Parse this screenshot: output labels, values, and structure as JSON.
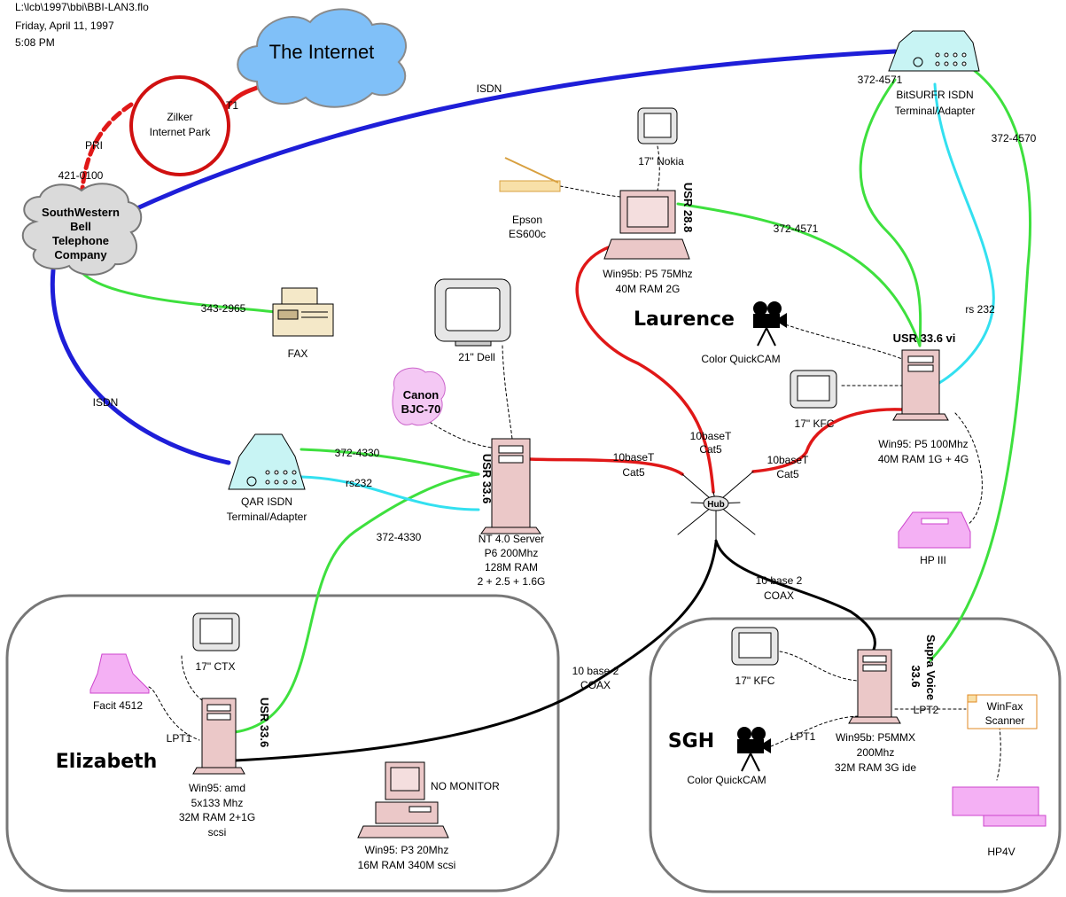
{
  "header": {
    "path": "L:\\lcb\\1997\\bbi\\BBI-LAN3.flo",
    "date": "Friday, April 11, 1997",
    "time": "5:08 PM"
  },
  "colors": {
    "isdn": "#1e1ed8",
    "phone": "#3ee03e",
    "serial": "#33e0f0",
    "ethernet": "#e01818",
    "coax": "#000000",
    "t1": "#e01818"
  },
  "nodes": {
    "internet": "The Internet",
    "zilker": [
      "Zilker",
      "Internet Park"
    ],
    "swb": [
      "SouthWestern",
      "Bell",
      "Telephone",
      "Company"
    ],
    "fax": "FAX",
    "qar": [
      "QAR ISDN",
      "Terminal/Adapter"
    ],
    "canon": [
      "Canon",
      "BJC-70"
    ],
    "dell": "21\" Dell",
    "server": [
      "NT 4.0 Server",
      "P6 200Mhz",
      "128M RAM",
      "2 + 2.5 + 1.6G"
    ],
    "server_modem": "USR 33.6",
    "epson": [
      "Epson",
      "ES600c"
    ],
    "nokia": "17\" Nokia",
    "laurence_pc": [
      "Win95b: P5 75Mhz",
      "40M RAM 2G"
    ],
    "laurence_modem": "USR 28.8",
    "laurence_name": "Laurence",
    "quickcam_l": "Color QuickCAM",
    "bitsurfr": [
      "BitSURFR ISDN",
      "Terminal/Adapter"
    ],
    "kfc_top": "17\" KFC",
    "usr_vi": "USR 33.6 vi",
    "tower_r": [
      "Win95: P5 100Mhz",
      "40M RAM 1G + 4G"
    ],
    "hp3": "HP III",
    "hub": "Hub",
    "elizabeth_name": "Elizabeth",
    "facit": "Facit 4512",
    "ctx": "17\" CTX",
    "eliz_pc": [
      "Win95: amd",
      "5x133 Mhz",
      "32M RAM 2+1G",
      "scsi"
    ],
    "eliz_modem": "USR 33.6",
    "p3_pc": [
      "Win95: P3 20Mhz",
      "16M RAM 340M scsi"
    ],
    "no_monitor": "NO MONITOR",
    "sgh_name": "SGH",
    "kfc_sgh": "17\" KFC",
    "quickcam_s": "Color QuickCAM",
    "sgh_pc": [
      "Win95b: P5MMX",
      "200Mhz",
      "32M RAM 3G ide"
    ],
    "supra": [
      "Supra Voice",
      "33.6"
    ],
    "winfax": [
      "WinFax",
      "Scanner"
    ],
    "hp4v": "HP4V"
  },
  "links": {
    "t1": "T1",
    "pri": "PRI",
    "pri_num": "421-0100",
    "isdn_top": "ISDN",
    "isdn_left": "ISDN",
    "fax_num": "343-2965",
    "qar_num": "372-4330",
    "rs232_qar": "rs232",
    "eliz_num": "372-4330",
    "bits_4571": "372-4571",
    "bits_4570": "372-4570",
    "laur_4571": "372-4571",
    "rs232_r": "rs 232",
    "srv_eth": [
      "10baseT",
      "Cat5"
    ],
    "laur_eth": [
      "10baseT",
      "Cat5"
    ],
    "r_eth": [
      "10baseT",
      "Cat5"
    ],
    "coax_sgh": [
      "10 base 2",
      "COAX"
    ],
    "coax_eliz": [
      "10 base 2",
      "COAX"
    ],
    "lpt1_e": "LPT1",
    "lpt1_s": "LPT1",
    "lpt2_s": "LPT2"
  }
}
